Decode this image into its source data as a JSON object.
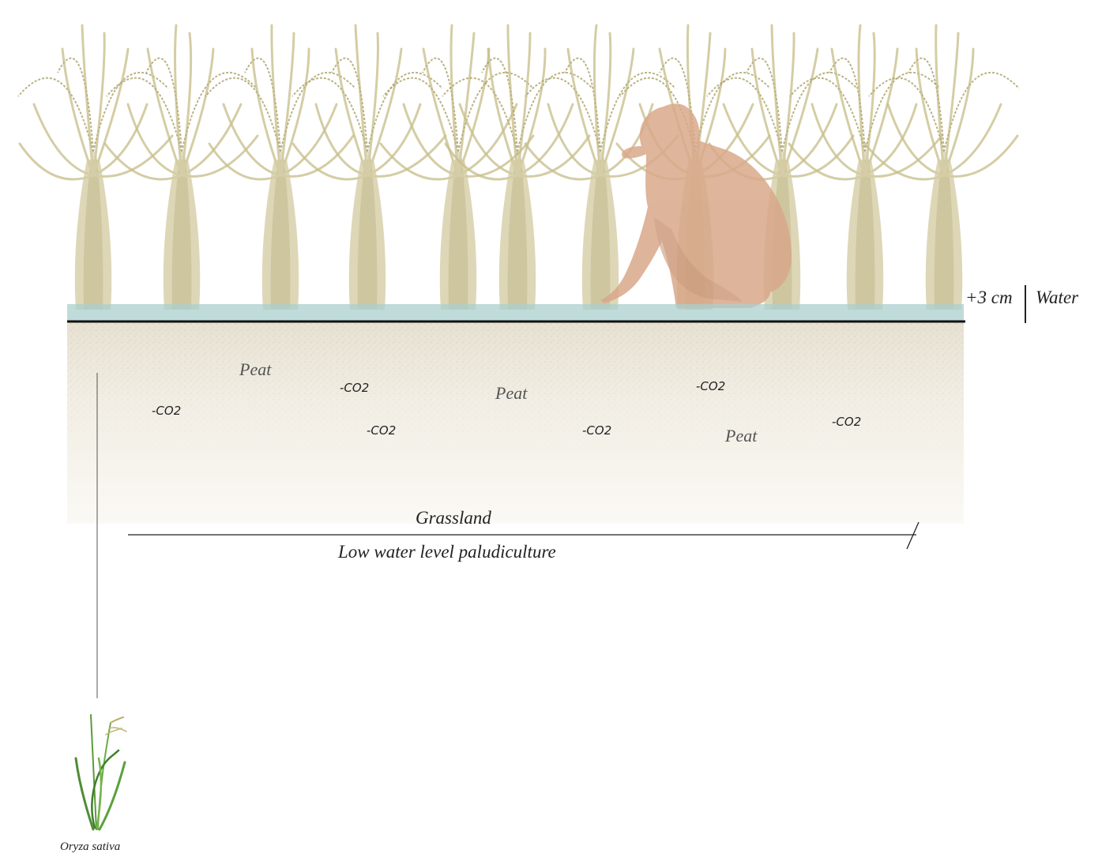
{
  "diagram": {
    "water_depth_label": "+3 cm",
    "water_label": "Water",
    "peat_labels": [
      "Peat",
      "Peat",
      "Peat"
    ],
    "co2_labels": [
      "-CO2",
      "-CO2",
      "-CO2",
      "-CO2",
      "-CO2",
      "-CO2"
    ],
    "grassland_label": "Grassland",
    "regime_label": "Low water level paludiculture",
    "species_label": "Oryza sativa",
    "colors": {
      "water": "#a9cfcd",
      "rice": "#c9bf8c",
      "rice_dark": "#a99e62",
      "person": "#d9a88a",
      "soil": "#f5f1e8",
      "ground_line": "#111111"
    },
    "icons": [
      "rice-plant-icon",
      "crouching-person-icon",
      "rice-sprig-icon"
    ]
  }
}
